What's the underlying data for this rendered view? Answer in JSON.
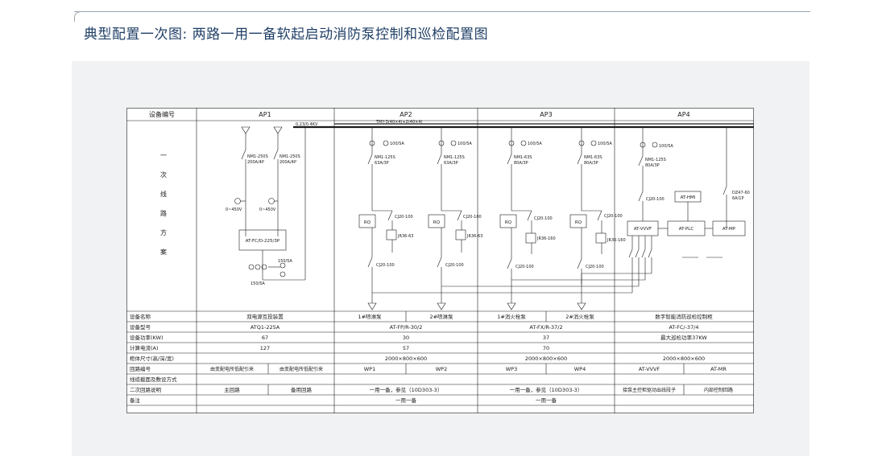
{
  "page_title": "典型配置一次图: 两路一用一备软起启动消防泵控制和巡检配置图",
  "header": {
    "label": "设备编号",
    "cabinets": [
      "AP1",
      "AP2",
      "AP3",
      "AP4"
    ]
  },
  "scheme_label_chars": [
    "一",
    "次",
    "线",
    "路",
    "方",
    "案"
  ],
  "busbar": {
    "ap1_bus": "0.23/0.4KV",
    "main_bus": "TMY-3(40×4)+2(40×4)"
  },
  "ap1": {
    "breakers": [
      {
        "name": "NM1-250S",
        "rating": "200A/4P"
      },
      {
        "name": "NM1-250S",
        "rating": "200A/4P"
      }
    ],
    "voltmeters": [
      "0~450V",
      "0~450V"
    ],
    "ats_box": "AT-FC/D-225/3P",
    "ct_labels": [
      "150/5A",
      "150/5A"
    ]
  },
  "pump_circuits": [
    {
      "ct": "100/5A",
      "breaker": "NM1-125S",
      "rating": "63A/3P",
      "rq": "RQ",
      "bypass": "CJ20-100",
      "relay": "JR36-63",
      "main_contactor": "CJ20-100"
    },
    {
      "ct": "100/5A",
      "breaker": "NM1-125S",
      "rating": "63A/3P",
      "rq": "RQ",
      "bypass": "CJ20-100",
      "relay": "JR36-63",
      "main_contactor": "CJ20-100"
    },
    {
      "ct": "100/5A",
      "breaker": "NM1-63S",
      "rating": "80A/3P",
      "rq": "RQ",
      "bypass": "CJ20-100",
      "relay": "JR36-160",
      "main_contactor": "CJ20-100"
    },
    {
      "ct": "100/5A",
      "breaker": "NM1-63S",
      "rating": "80A/3P",
      "rq": "RQ",
      "bypass": "CJ20-100",
      "relay": "JR36-160",
      "main_contactor": "CJ20-100"
    }
  ],
  "ap4": {
    "ct": "100/5A",
    "breaker": "NM1-125S",
    "rating": "80A/3P",
    "contactor": "CJ20-100",
    "aux_breaker": "DZ47-60",
    "aux_rating": "6A/1P",
    "hmi": "AT-HMI",
    "vvvf": "AT-VVVF",
    "plc": "AT-PLC",
    "mp": "AT-MP"
  },
  "table": {
    "row_labels": [
      "设备名称",
      "设备型号",
      "设备功率(KW)",
      "计算电流(A)",
      "柜体尺寸(高/深/宽)",
      "回路编号",
      "线缆截面及敷设方式",
      "二次回路说明",
      "备注"
    ],
    "device_names": [
      "双电源互投装置",
      "1#喷淋泵",
      "2#喷淋泵",
      "1#消火栓泵",
      "2#消火栓泵",
      "数字智能消防巡检控制柜"
    ],
    "models": [
      "ATQ1-225A",
      "AT-FP/R-30/2",
      "AT-FX/R-37/2",
      "AT-FC/-37/4"
    ],
    "power": [
      "67",
      "30",
      "37",
      "最大巡检功率37KW"
    ],
    "current": [
      "127",
      "57",
      "70",
      ""
    ],
    "dimensions": [
      "",
      "2000×800×600",
      "2000×800×600",
      "2000×800×600"
    ],
    "loop_numbers": [
      "由变配电所低配引来",
      "由变配电所低配引来",
      "WP1",
      "WP2",
      "WP3",
      "WP4",
      "AT-VVVF",
      "AT-MR"
    ],
    "secondary": [
      "主回路",
      "备用回路",
      "一用一备，参见（10D303-3）",
      "一用一备，参见（10D303-3）",
      "接泵主控柜驱动出线段子",
      "内部控制回路"
    ],
    "remarks": [
      "一用一备",
      "一用一备"
    ]
  },
  "colors": {
    "title": "#1f3f66",
    "frame": "#9aa3ad",
    "panel": "#f1f2f3",
    "ink": "#1a1a1a"
  }
}
